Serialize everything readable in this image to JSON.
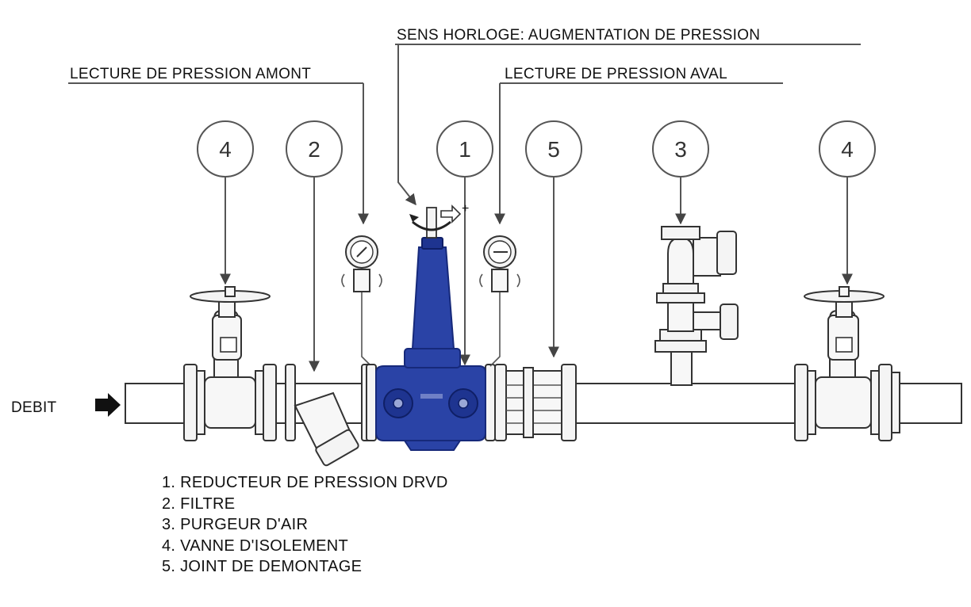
{
  "labels": {
    "clockwise": "SENS HORLOGE: AUGMENTATION DE PRESSION",
    "upstream": "LECTURE DE PRESSION AMONT",
    "downstream": "LECTURE DE PRESSION AVAL",
    "flow": "DEBIT"
  },
  "callouts": [
    "4",
    "2",
    "1",
    "5",
    "3",
    "4"
  ],
  "legend": [
    "1. REDUCTEUR DE PRESSION DRVD",
    "2. FILTRE",
    "3. PURGEUR D'AIR",
    "4. VANNE D'ISOLEMENT",
    "5. JOINT DE DEMONTAGE"
  ],
  "colors": {
    "valve_body": "#2a43a6",
    "line": "#555555"
  },
  "icons": [
    "flow-arrow-icon",
    "clockwise-adjust-icon",
    "pressure-gauge-icon"
  ]
}
